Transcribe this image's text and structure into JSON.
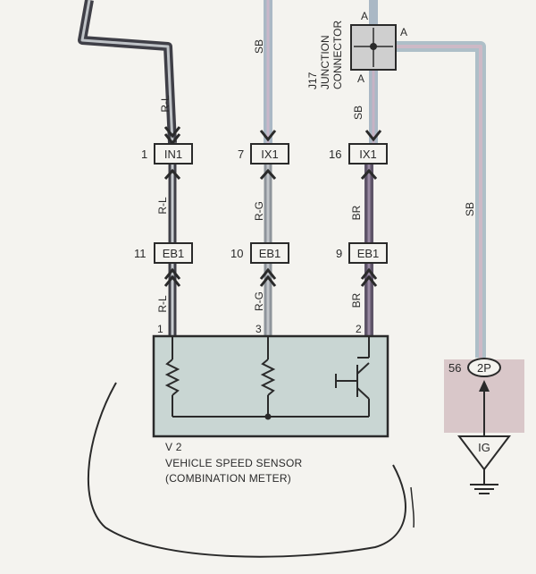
{
  "wire_labels": {
    "rl_top": "R-L",
    "rl_mid": "R-L",
    "rl_bottom": "R-L",
    "sb_top": "SB",
    "rg_mid": "R-G",
    "rg_bottom": "R-G",
    "sb_junction": "SB",
    "br_mid": "BR",
    "br_bottom": "BR",
    "sb_right": "SB"
  },
  "junction": {
    "name_line1": "J17",
    "name_line2": "JUNCTION",
    "name_line3": "CONNECTOR",
    "pin_top": "A",
    "pin_right": "A",
    "pin_bottom": "A"
  },
  "connectors_upper": [
    {
      "pin": "1",
      "code": "IN1"
    },
    {
      "pin": "7",
      "code": "IX1"
    },
    {
      "pin": "16",
      "code": "IX1"
    }
  ],
  "connectors_lower": [
    {
      "pin": "11",
      "code": "EB1"
    },
    {
      "pin": "10",
      "code": "EB1"
    },
    {
      "pin": "9",
      "code": "EB1"
    }
  ],
  "sensor_pins": [
    "1",
    "3",
    "2"
  ],
  "sensor": {
    "id": "V 2",
    "name": "VEHICLE SPEED SENSOR",
    "sub": "(COMBINATION METER)"
  },
  "ig_connector": {
    "pin": "56",
    "code": "2P",
    "label": "IG"
  },
  "colors": {
    "wire_dark": "#4a4a52",
    "wire_sb": "#a9b7c6",
    "wire_rg": "#9aa0a6",
    "wire_br": "#6a5f73",
    "box_fill": "#c9d6d3",
    "ig_fill": "#d9c7c9"
  }
}
